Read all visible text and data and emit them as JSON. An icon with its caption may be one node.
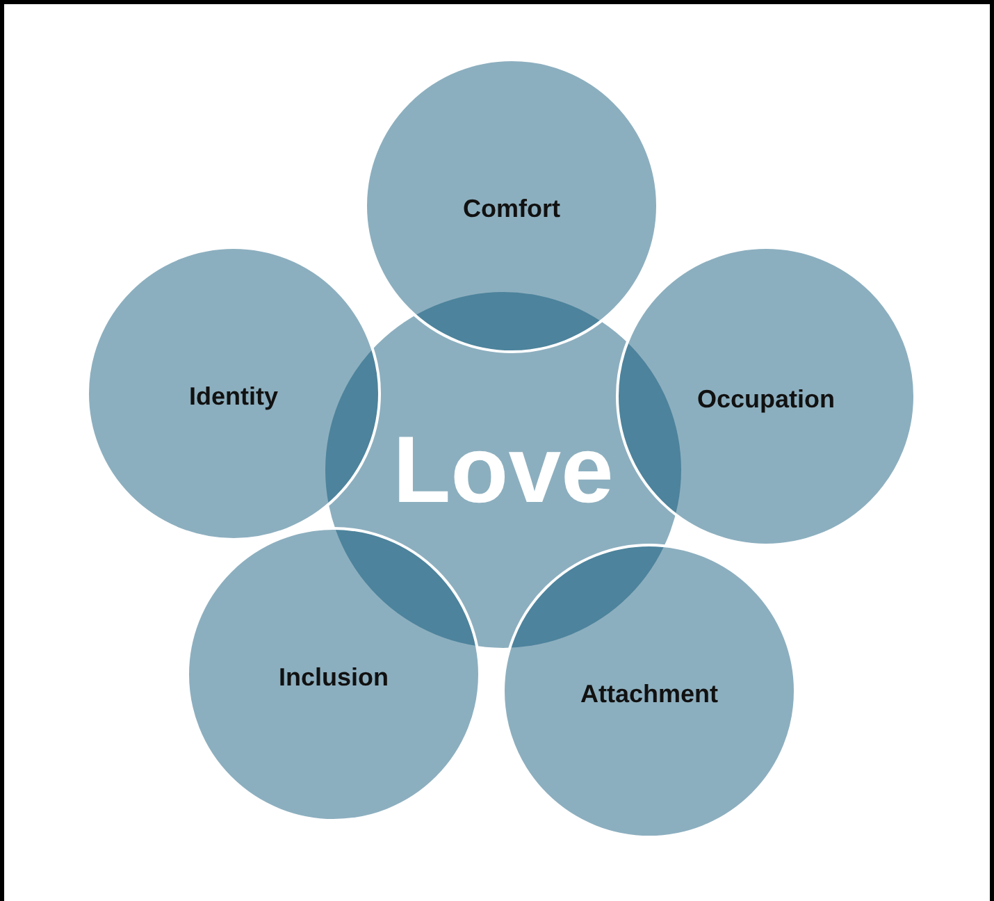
{
  "diagram": {
    "nodes": [
      {
        "text": [
          "Comfort"
        ]
      },
      {
        "text": [
          "Identity"
        ]
      },
      {
        "text": [
          "Occupation"
        ]
      },
      {
        "text": [
          "Love"
        ]
      },
      {
        "text": [
          "Inclusion"
        ]
      },
      {
        "text": [
          "Attachment"
        ]
      }
    ]
  }
}
